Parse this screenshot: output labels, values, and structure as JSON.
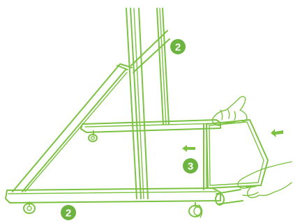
{
  "colors": {
    "line": "#7cc242",
    "badge": "#6cb33f",
    "arrow": "#7cc242"
  },
  "badges": [
    {
      "label": "2"
    },
    {
      "label": "3"
    },
    {
      "label": "2"
    }
  ],
  "icons": [
    "left-arrow-icon",
    "left-arrow-icon"
  ]
}
